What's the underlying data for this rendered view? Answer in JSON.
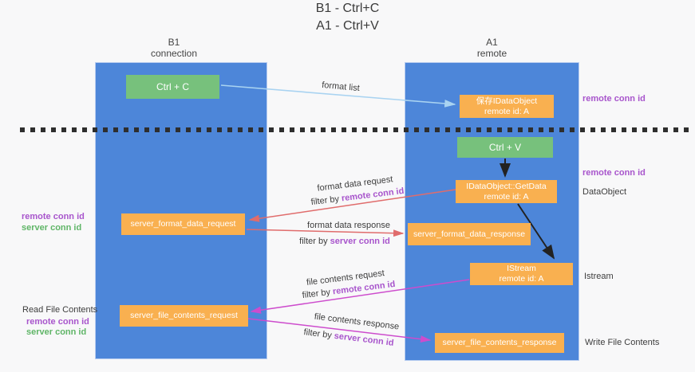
{
  "title": {
    "line1": "B1 - Ctrl+C",
    "line2": "A1 - Ctrl+V"
  },
  "lanes": {
    "left": {
      "title": "B1",
      "subtitle": "connection"
    },
    "right": {
      "title": "A1",
      "subtitle": "remote"
    }
  },
  "nodes": {
    "ctrl_c": {
      "label": "Ctrl + C"
    },
    "save_idataobject": {
      "line1": "保存IDataObject",
      "line2": "remote id: A"
    },
    "ctrl_v": {
      "label": "Ctrl + V"
    },
    "getdata": {
      "line1": "IDataObject::GetData",
      "line2": "remote id: A"
    },
    "server_format_data_request": {
      "label": "server_format_data_request"
    },
    "server_format_data_response": {
      "label": "server_format_data_response"
    },
    "istream": {
      "line1": "IStream",
      "line2": "remote id: A"
    },
    "server_file_contents_request": {
      "label": "server_file_contents_request"
    },
    "server_file_contents_response": {
      "label": "server_file_contents_response"
    }
  },
  "edge_labels": {
    "format_list": "format list",
    "format_data_request": "format data request",
    "format_data_response": "format data response",
    "file_contents_request": "file contents request",
    "file_contents_response": "file contents response",
    "filter_by": "filter by"
  },
  "terms": {
    "remote_conn_id": "remote conn id",
    "server_conn_id": "server conn id"
  },
  "side_labels": {
    "dataobject": "DataObject",
    "istream": "Istream",
    "read_file_contents": "Read File Contents",
    "write_file_contents": "Write File Contents"
  },
  "colors": {
    "lane_blue": "#4d86d9",
    "node_orange": "#f9b050",
    "node_green": "#77c17c",
    "arrow_light_blue": "#a9d3f1",
    "arrow_red": "#e06c6c",
    "arrow_magenta": "#cd4ccd",
    "arrow_black": "#222222",
    "text_purple": "#a855cc",
    "text_green": "#5fb567"
  }
}
